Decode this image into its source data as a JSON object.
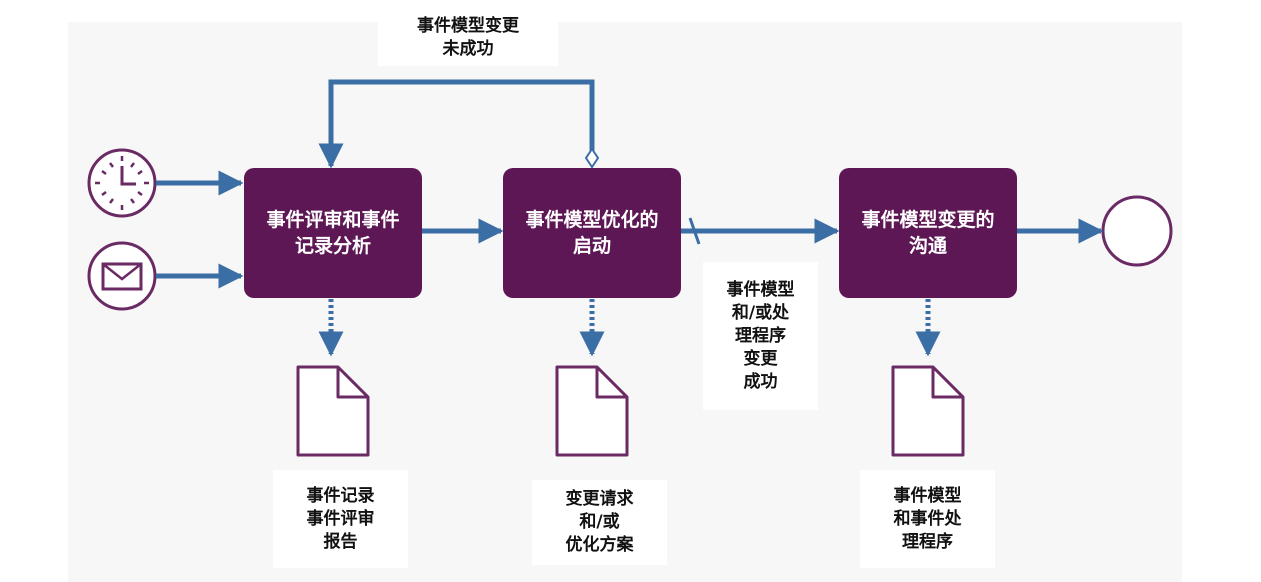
{
  "colors": {
    "box": "#5e1755",
    "arrow": "#3c6ea6",
    "event": "#6a2a63"
  },
  "tasks": {
    "review": "事件评审和事件记录分析",
    "init": "事件模型优化的启动",
    "comm": "事件模型变更的沟通"
  },
  "labels": {
    "loop": "事件模型变更\n未成功",
    "success": "事件模型\n和/或处\n理程序\n变更\n成功",
    "doc1": "事件记录\n事件评审\n报告",
    "doc2": "变更请求\n和/或\n优化方案",
    "doc3": "事件模型\n和事件处\n理程序"
  },
  "icons": {
    "start_timer": "clock-icon",
    "start_message": "envelope-icon",
    "end": "end-event-circle",
    "document": "document-icon"
  }
}
